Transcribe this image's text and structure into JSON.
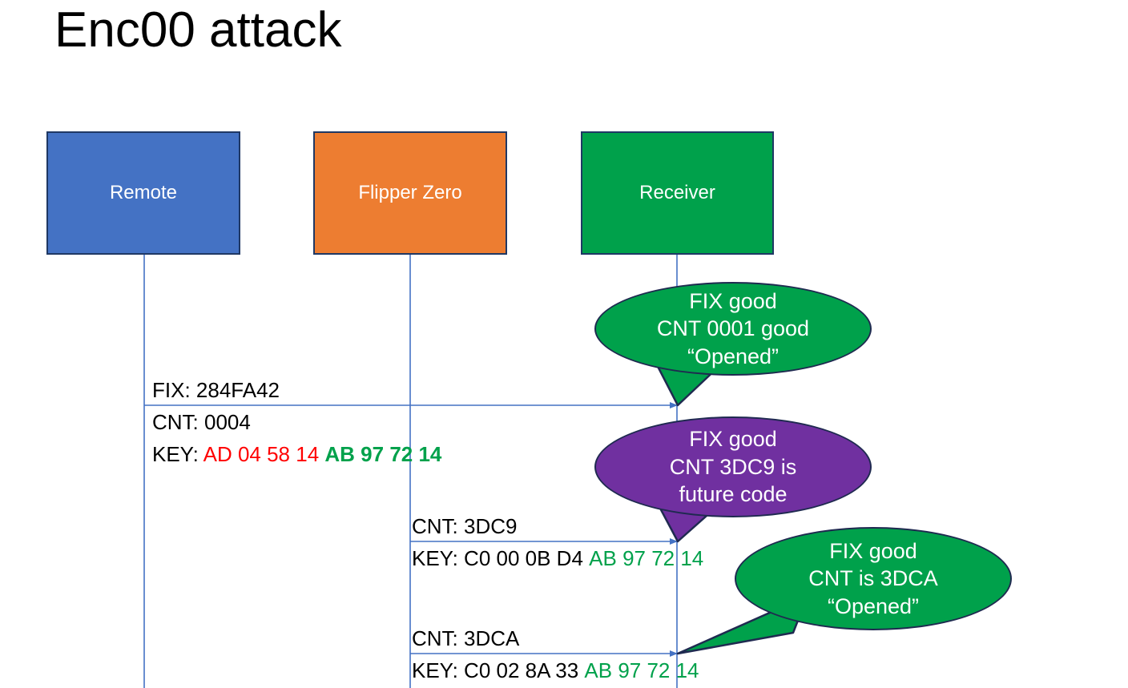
{
  "slide": {
    "title": "Enc00 attack",
    "background": "#ffffff"
  },
  "colors": {
    "remote": "#4472C4",
    "flipper": "#ED7D31",
    "receiver": "#00A14B",
    "bubble_good": "#00A14B",
    "bubble_future": "#7030A0",
    "line": "#4472C4",
    "key_old": "#FF0000",
    "key_shared": "#00A14B",
    "box_border": "#1F3864"
  },
  "actors": [
    {
      "id": "remote",
      "label": "Remote",
      "color": "#4472C4"
    },
    {
      "id": "flipper",
      "label": "Flipper Zero",
      "color": "#ED7D31"
    },
    {
      "id": "receiver",
      "label": "Receiver",
      "color": "#00A14B"
    }
  ],
  "messages": [
    {
      "id": "msg-1",
      "from": "remote",
      "to": "receiver",
      "fix_line": "FIX: 284FA42",
      "cnt_line": "CNT: 0004",
      "key_prefix": "KEY: ",
      "key_old": "AD 04 58 14",
      "key_shared": "AB 97 72 14"
    },
    {
      "id": "msg-2",
      "from": "flipper",
      "to": "receiver",
      "cnt_line": "CNT: 3DC9",
      "key_prefix": "KEY: ",
      "key_old": "C0 00 0B D4",
      "key_shared": "AB 97 72 14"
    },
    {
      "id": "msg-3",
      "from": "flipper",
      "to": "receiver",
      "cnt_line": "CNT: 3DCA",
      "key_prefix": "KEY: ",
      "key_old": "C0 02 8A 33",
      "key_shared": "AB 97 72 14"
    }
  ],
  "bubbles": [
    {
      "id": "bubble-1",
      "color": "#00A14B",
      "lines": [
        "FIX good",
        "CNT 0001 good",
        "“Opened”"
      ]
    },
    {
      "id": "bubble-2",
      "color": "#7030A0",
      "lines": [
        "FIX good",
        "CNT 3DC9 is",
        "future code"
      ]
    },
    {
      "id": "bubble-3",
      "color": "#00A14B",
      "lines": [
        "FIX good",
        "CNT is 3DCA",
        "“Opened”"
      ]
    }
  ]
}
